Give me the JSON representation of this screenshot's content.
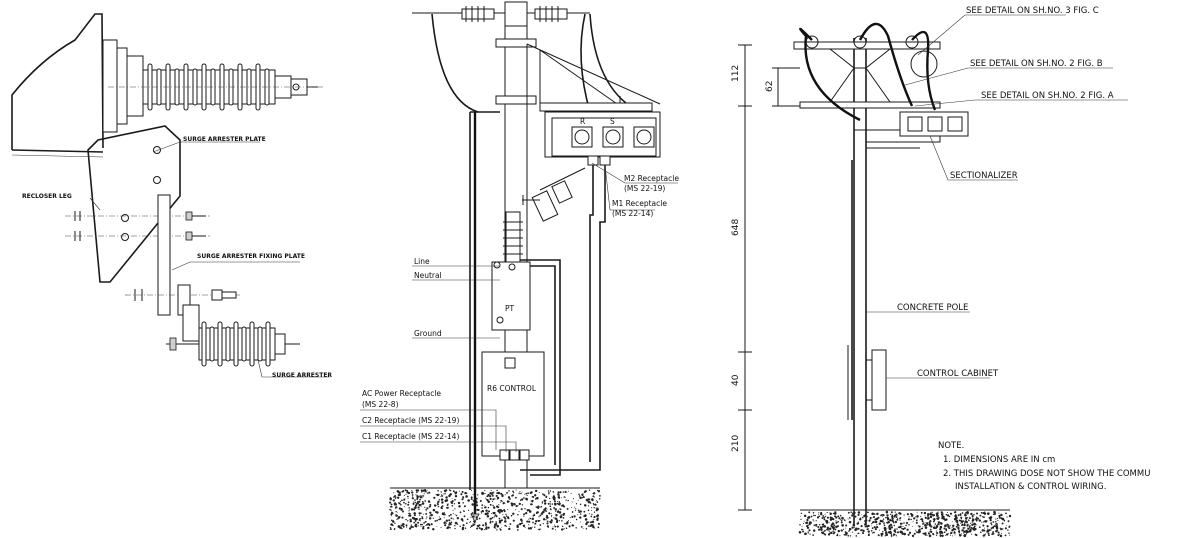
{
  "detail_left": {
    "labels": {
      "surge_arrester_plate": "SURGE ARRESTER PLATE",
      "recloser_leg": "RECLOSER LEG",
      "surge_arrester_fixing_plate": "SURGE ARRESTER FIXING PLATE",
      "surge_arrester": "SURGE ARRESTER"
    }
  },
  "wiring_center": {
    "labels": {
      "m2_receptacle_1": "M2 Receptacle",
      "m2_receptacle_2": "(MS 22-19)",
      "m1_receptacle_1": "M1 Receptacle",
      "m1_receptacle_2": "(MS 22-14)",
      "line": "Line",
      "neutral": "Neutral",
      "ground": "Ground",
      "pt": "PT",
      "control": "R6 CONTROL",
      "ac_power_1": "AC Power Receptacle",
      "ac_power_2": "(MS 22-8)",
      "c2_receptacle": "C2 Receptacle (MS 22-19)",
      "c1_receptacle": "C1 Receptacle (MS 22-14)",
      "phase_r": "R",
      "phase_s": "S"
    }
  },
  "pole_right": {
    "labels": {
      "detail_c": "SEE DETAIL ON SH.NO. 3 FIG. C",
      "detail_b": "SEE DETAIL ON SH.NO. 2 FIG. B",
      "detail_a": "SEE DETAIL ON SH.NO. 2 FIG. A",
      "sectionalizer": "SECTIONALIZER",
      "concrete_pole": "CONCRETE POLE",
      "control_cabinet": "CONTROL CABINET"
    },
    "dimensions": {
      "d112": "112",
      "d62": "62",
      "d648": "648",
      "d40": "40",
      "d210": "210"
    },
    "notes": {
      "title": "NOTE.",
      "n1": "1. DIMENSIONS ARE IN cm",
      "n2": "2. THIS DRAWING DOSE NOT SHOW THE COMMU",
      "n2b": "INSTALLATION & CONTROL WIRING."
    }
  }
}
